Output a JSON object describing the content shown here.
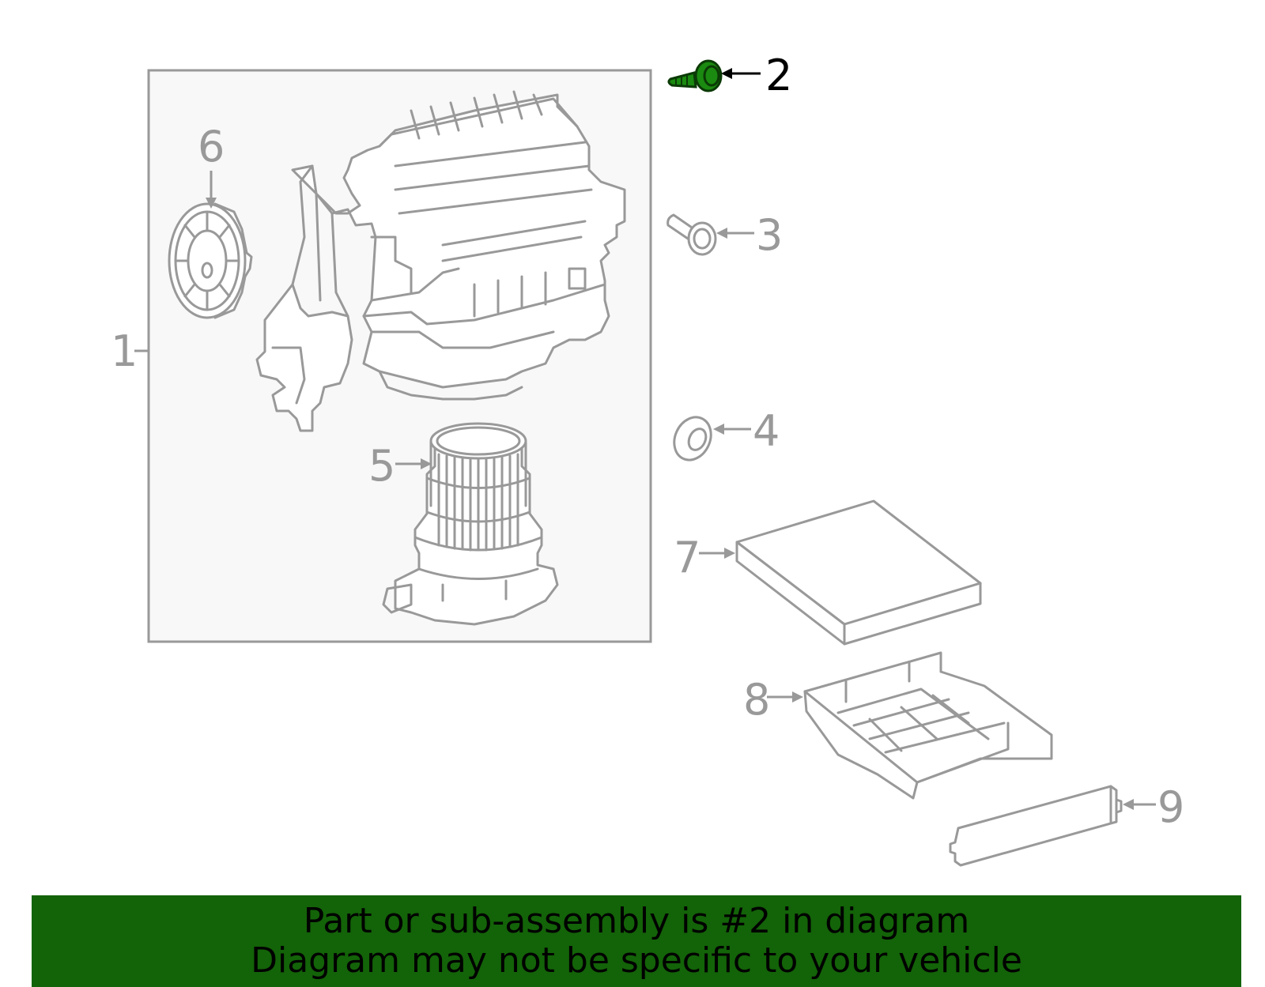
{
  "diagram": {
    "highlight_color": "#1a8a10",
    "line_color": "#999999",
    "assembly_box_fill": "#f8f8f8",
    "callouts": [
      {
        "id": "1",
        "label": "1",
        "highlighted": false
      },
      {
        "id": "2",
        "label": "2",
        "highlighted": true
      },
      {
        "id": "3",
        "label": "3",
        "highlighted": false
      },
      {
        "id": "4",
        "label": "4",
        "highlighted": false
      },
      {
        "id": "5",
        "label": "5",
        "highlighted": false
      },
      {
        "id": "6",
        "label": "6",
        "highlighted": false
      },
      {
        "id": "7",
        "label": "7",
        "highlighted": false
      },
      {
        "id": "8",
        "label": "8",
        "highlighted": false
      },
      {
        "id": "9",
        "label": "9",
        "highlighted": false
      }
    ]
  },
  "banner": {
    "background": "#136308",
    "line1": "Part or sub-assembly is #2 in diagram",
    "line2": "Diagram may not be specific to your vehicle"
  }
}
